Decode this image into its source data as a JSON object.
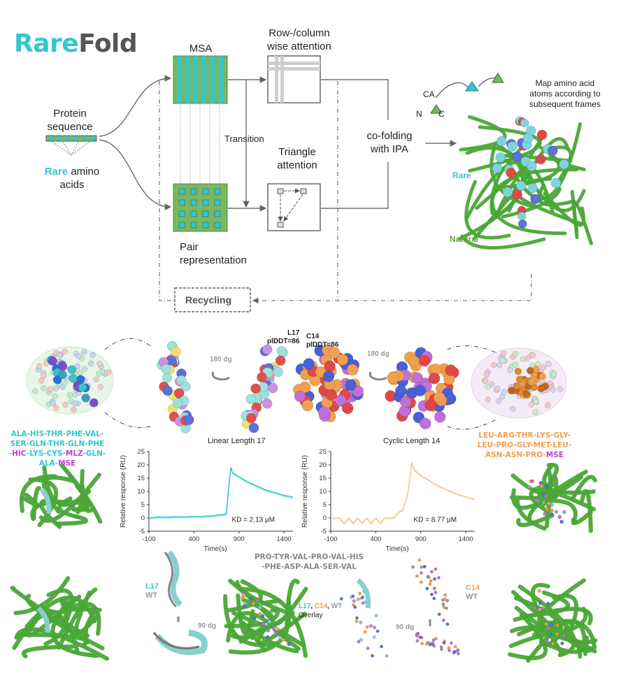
{
  "logo": {
    "part1": "Rare",
    "part2": "Fold"
  },
  "colors": {
    "cyan": "#33c7cf",
    "green": "#7bb661",
    "orange": "#f0a050",
    "magenta": "#c040c8",
    "grey": "#555555",
    "protein_green": "#4aa637"
  },
  "pipeline": {
    "msa": "MSA",
    "row_col_attention": [
      "Row-/column",
      "wise attention"
    ],
    "protein_sequence": [
      "Protein",
      "sequence"
    ],
    "rare_word": "Rare",
    "amino_acids": [
      "amino",
      "acids"
    ],
    "transition": "Transition",
    "triangle_attention": [
      "Triangle",
      "attention"
    ],
    "pair_representation": [
      "Pair",
      "representation"
    ],
    "cofolding": [
      "co-folding",
      "with IPA"
    ],
    "recycling": "Recycling",
    "frame_atoms": {
      "ca": "CA",
      "n": "N",
      "c": "C"
    },
    "map_amino": [
      "Map amino acid",
      "atoms according to",
      "subsequent frames"
    ],
    "rare_label": "Rare",
    "natural_label": "Natural"
  },
  "structures": {
    "l17_title": "L17",
    "l17_plddt": "plDDT=86",
    "c14_title": "C14",
    "c14_plddt": "plDDT=86",
    "rotate_1": "180 dg",
    "rotate_2": "180 dg",
    "linear_caption": "Linear  Length 17",
    "cyclic_caption": "Cyclic Length 14"
  },
  "sequences": {
    "left": {
      "line1": "ALA-HIS-THR-PHE-VAL-",
      "line2": "SER-GLN-THR-GLN-PHE",
      "line3_parts": [
        "-",
        "HIC",
        "-LYS-CYS-",
        "MLZ",
        "-GLN-"
      ],
      "line4_parts": [
        "ALA-",
        "MSE"
      ]
    },
    "right": {
      "line1": "LEU-ARG-THR-LYS-GLY-",
      "line2": "LEU-PRO-GLY-MET-LEU-",
      "line3_parts": [
        "ASN-ASN-PRO-",
        "MSE"
      ]
    },
    "middle": {
      "line1": "PRO-TYR-VAL-PRO-VAL-HIS",
      "line2": "-PHE-ASP-ALA-SER-VAL"
    }
  },
  "chart_data": [
    {
      "type": "line",
      "title": "",
      "ylabel": "Relative response (RU)",
      "xlabel": "Time(s)",
      "xlim": [
        -100,
        1500
      ],
      "ylim": [
        -5,
        25
      ],
      "xticks": [
        -100,
        400,
        900,
        1400
      ],
      "yticks": [
        -5,
        0,
        5,
        10,
        15,
        20,
        25
      ],
      "color": "#33c7cf",
      "annotation": "KD = 2.13 μM",
      "series": [
        {
          "x": [
            -100,
            0,
            100,
            200,
            300,
            400,
            500,
            600,
            700,
            760,
            780,
            800,
            810,
            830,
            900,
            1000,
            1100,
            1200,
            1300,
            1400,
            1500
          ],
          "y": [
            0,
            0.3,
            0.3,
            0.4,
            0.4,
            0.5,
            0.6,
            0.8,
            1.2,
            1.5,
            9,
            16,
            19,
            17,
            15.5,
            13.5,
            12,
            10.5,
            9.5,
            8.5,
            7.8
          ]
        }
      ]
    },
    {
      "type": "line",
      "title": "",
      "ylabel": "Relative response (RU)",
      "xlabel": "Time(s)",
      "xlim": [
        -100,
        1500
      ],
      "ylim": [
        -5,
        25
      ],
      "xticks": [
        -100,
        400,
        900,
        1400
      ],
      "yticks": [
        -5,
        0,
        5,
        10,
        15,
        20,
        25
      ],
      "color": "#f6c595",
      "annotation": "KD = 8.77 μM",
      "series": [
        {
          "x": [
            -100,
            0,
            50,
            100,
            150,
            200,
            250,
            300,
            350,
            400,
            450,
            500,
            550,
            600,
            620,
            650,
            700,
            750,
            780,
            800,
            830,
            900,
            1000,
            1100,
            1200,
            1300,
            1400,
            1500
          ],
          "y": [
            0,
            0,
            -2,
            0,
            -2,
            0,
            -2,
            0,
            -2,
            0,
            -2,
            0,
            0,
            0,
            1,
            2,
            3,
            8,
            15,
            21,
            18,
            16,
            14,
            12,
            10.5,
            9,
            8,
            7
          ]
        }
      ]
    }
  ],
  "bottom": {
    "l17": "L17",
    "wt": "WT",
    "rotate": "90 dg",
    "overlay_l17": "L17",
    "overlay_c14": "C14",
    "overlay_wt": "WT",
    "overlay_word": "Overlay",
    "rotate_2": "90 dg",
    "c14": "C14",
    "wt_2": "WT"
  }
}
